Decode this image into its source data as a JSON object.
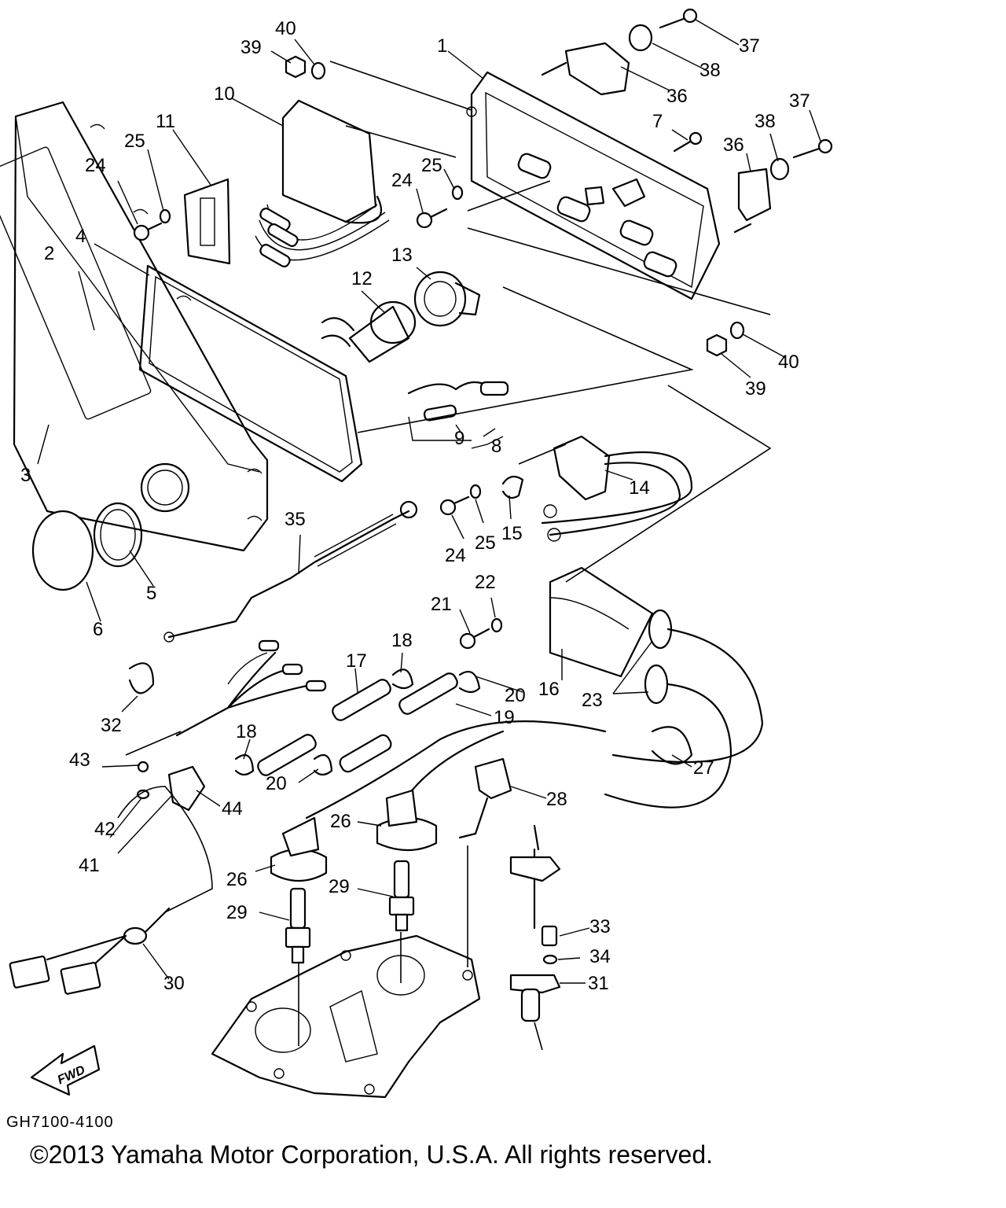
{
  "diagram": {
    "part_numbers": [
      "1",
      "2",
      "3",
      "4",
      "5",
      "6",
      "7",
      "8",
      "9",
      "10",
      "11",
      "12",
      "13",
      "14",
      "15",
      "16",
      "17",
      "18",
      "19",
      "20",
      "21",
      "22",
      "23",
      "24",
      "25",
      "26",
      "27",
      "28",
      "29",
      "30",
      "31",
      "32",
      "33",
      "34",
      "35",
      "36",
      "37",
      "38",
      "39",
      "40",
      "41",
      "42",
      "43",
      "44"
    ],
    "direction_label": "FWD",
    "drawing_code": "GH7100-4100",
    "copyright": "©2013 Yamaha Motor Corporation, U.S.A. All rights reserved."
  }
}
